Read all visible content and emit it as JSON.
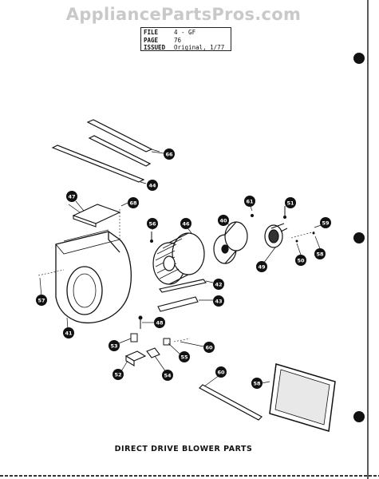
{
  "watermark": "AppliancePartsPros.com",
  "file_info": {
    "file_label": "FILE",
    "file_value": "4 - GF",
    "page_label": "PAGE",
    "page_value": "76",
    "issued_label": "ISSUED",
    "issued_value": "Original, 1/77"
  },
  "caption": "DIRECT DRIVE BLOWER PARTS",
  "callouts": [
    "66",
    "44",
    "47",
    "68",
    "56",
    "46",
    "40",
    "61",
    "51",
    "59",
    "49",
    "50",
    "58",
    "57",
    "41",
    "42",
    "43",
    "48",
    "53",
    "55",
    "60",
    "52",
    "54",
    "60",
    "58"
  ]
}
